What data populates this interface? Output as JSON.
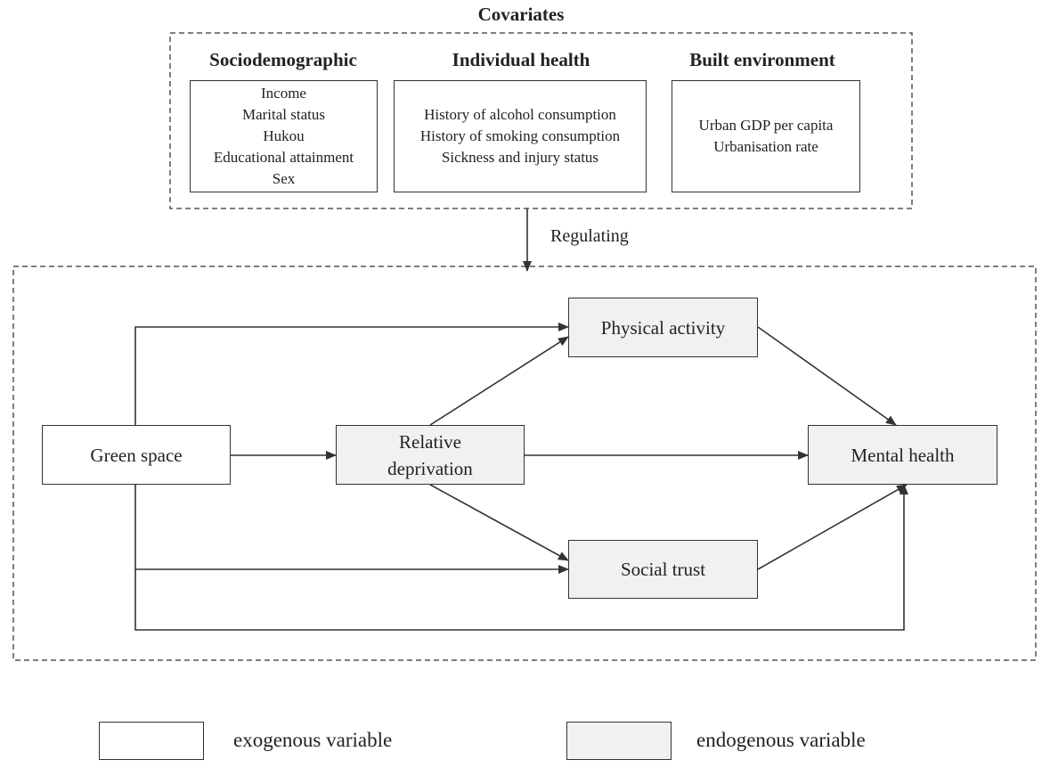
{
  "covariates": {
    "title": "Covariates",
    "groups": [
      {
        "heading": "Sociodemographic",
        "items": [
          "Income",
          "Marital status",
          "Hukou",
          "Educational attainment",
          "Sex"
        ]
      },
      {
        "heading": "Individual health",
        "items": [
          "History of alcohol consumption",
          "History of smoking consumption",
          "Sickness and injury status"
        ]
      },
      {
        "heading": "Built environment",
        "items": [
          "Urban GDP per capita",
          "Urbanisation rate"
        ]
      }
    ]
  },
  "regulating_label": "Regulating",
  "nodes": {
    "green_space": {
      "label": "Green space",
      "kind": "exogenous"
    },
    "relative_deprivation": {
      "line1": "Relative",
      "line2": "deprivation",
      "kind": "endogenous"
    },
    "physical_activity": {
      "label": "Physical activity",
      "kind": "endogenous"
    },
    "social_trust": {
      "label": "Social trust",
      "kind": "endogenous"
    },
    "mental_health": {
      "label": "Mental health",
      "kind": "endogenous"
    }
  },
  "legend": {
    "exogenous": "exogenous variable",
    "endogenous": "endogenous variable"
  },
  "colors": {
    "line": "#333333",
    "endogenous_fill": "#f1f1f1",
    "exogenous_fill": "#ffffff"
  }
}
